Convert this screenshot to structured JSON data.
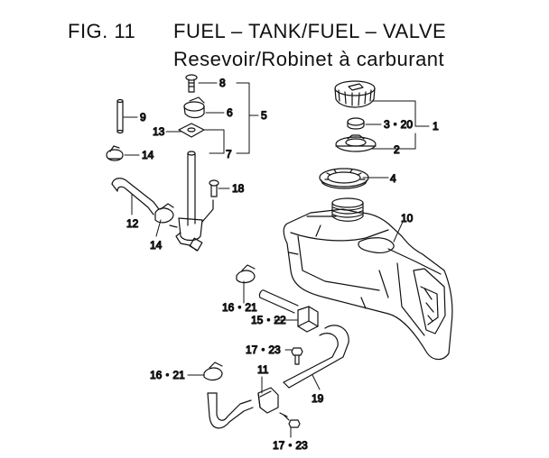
{
  "figure": {
    "number": "FIG. 11",
    "title_en": "FUEL – TANK/FUEL – VALVE",
    "title_fr": "Resevoir/Robinet à carburant"
  },
  "callouts": {
    "c1": "1",
    "c2": "2",
    "c3": "3・20",
    "c4": "4",
    "c5": "5",
    "c6": "6",
    "c7": "7",
    "c8": "8",
    "c9": "9",
    "c10": "10",
    "c11": "11",
    "c12": "12",
    "c13": "13",
    "c14a": "14",
    "c14b": "14",
    "c15": "15・22",
    "c16a": "16・21",
    "c16b": "16・21",
    "c17a": "17・23",
    "c17b": "17・23",
    "c18": "18",
    "c19": "19"
  }
}
